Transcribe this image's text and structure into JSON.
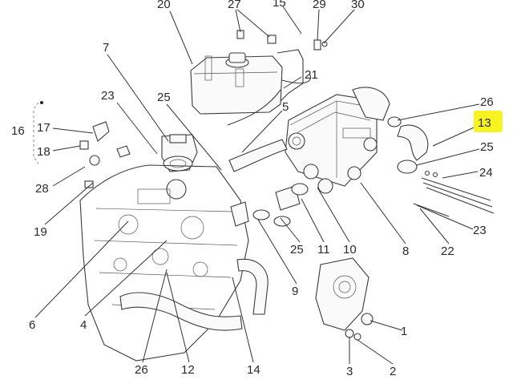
{
  "diagram": {
    "highlight_color": "#f7f323",
    "callouts": [
      {
        "id": "c20",
        "text": "20"
      },
      {
        "id": "c27",
        "text": "27"
      },
      {
        "id": "c15",
        "text": "15"
      },
      {
        "id": "c29",
        "text": "29"
      },
      {
        "id": "c30",
        "text": "30"
      },
      {
        "id": "c7",
        "text": "7"
      },
      {
        "id": "c21",
        "text": "21"
      },
      {
        "id": "c23a",
        "text": "23"
      },
      {
        "id": "c25a",
        "text": "25"
      },
      {
        "id": "c5",
        "text": "5"
      },
      {
        "id": "c26a",
        "text": "26"
      },
      {
        "id": "c13",
        "text": "13"
      },
      {
        "id": "c16",
        "text": "16"
      },
      {
        "id": "c17",
        "text": "17"
      },
      {
        "id": "c18",
        "text": "18"
      },
      {
        "id": "c25b",
        "text": "25"
      },
      {
        "id": "c28",
        "text": "28"
      },
      {
        "id": "c24",
        "text": "24"
      },
      {
        "id": "c19",
        "text": "19"
      },
      {
        "id": "c23b",
        "text": "23"
      },
      {
        "id": "c25c",
        "text": "25"
      },
      {
        "id": "c11",
        "text": "11"
      },
      {
        "id": "c10",
        "text": "10"
      },
      {
        "id": "c8",
        "text": "8"
      },
      {
        "id": "c22",
        "text": "22"
      },
      {
        "id": "c6",
        "text": "6"
      },
      {
        "id": "c4",
        "text": "4"
      },
      {
        "id": "c9",
        "text": "9"
      },
      {
        "id": "c1",
        "text": "1"
      },
      {
        "id": "c26b",
        "text": "26"
      },
      {
        "id": "c12",
        "text": "12"
      },
      {
        "id": "c14",
        "text": "14"
      },
      {
        "id": "c3",
        "text": "3"
      },
      {
        "id": "c2",
        "text": "2"
      }
    ]
  }
}
